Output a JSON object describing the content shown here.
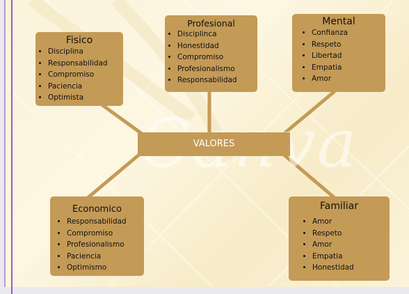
{
  "diagram": {
    "center": "VALORES",
    "watermark": "Canva",
    "nodes": {
      "fisico": {
        "title": "Fisico",
        "items": [
          "Disciplina",
          "Responsabilidad",
          "Compromiso",
          "Paciencia",
          "Optimista"
        ]
      },
      "profesional": {
        "title": "Profesional",
        "items": [
          "Disciplinca",
          "Honestidad",
          "Compromiso",
          "Profesionalismo",
          "Responsabilidad"
        ]
      },
      "mental": {
        "title": "Mental",
        "items": [
          "Confianza",
          "Respeto",
          "Libertad",
          "Empatia",
          "Amor"
        ]
      },
      "economico": {
        "title": "Economico",
        "items": [
          "Responsabilidad",
          "Compromiso",
          "Profesionalismo",
          "Paciencia",
          "Optimismo"
        ]
      },
      "familiar": {
        "title": "Familiar",
        "items": [
          "Amor",
          "Respeto",
          "Amor",
          "Empatia",
          "Honestidad"
        ]
      }
    },
    "colors": {
      "node_fill": "#c49a57",
      "connector": "#c49a57",
      "background": "#fbf4dc"
    }
  }
}
